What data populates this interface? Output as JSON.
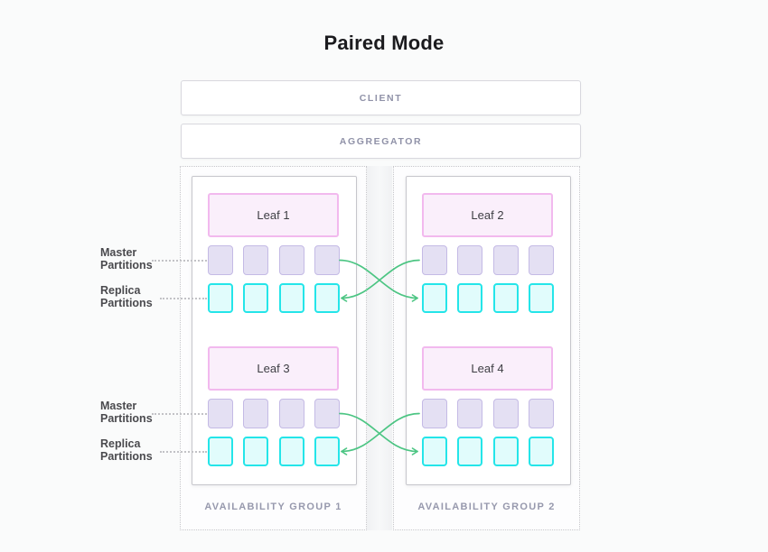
{
  "title": "Paired Mode",
  "tiers": {
    "client_label": "CLIENT",
    "aggregator_label": "AGGREGATOR"
  },
  "partition_labels": {
    "master": "Master Partitions",
    "replica": "Replica Partitions"
  },
  "partitions_per_row": 4,
  "groups": [
    {
      "label": "AVAILABILITY GROUP 1",
      "leaves": [
        {
          "label": "Leaf 1"
        },
        {
          "label": "Leaf 3"
        }
      ]
    },
    {
      "label": "AVAILABILITY GROUP 2",
      "leaves": [
        {
          "label": "Leaf 2"
        },
        {
          "label": "Leaf 4"
        }
      ]
    }
  ],
  "replication_arrows": [
    {
      "from": "Leaf 1 master partitions",
      "to": "Leaf 2 replica partitions"
    },
    {
      "from": "Leaf 2 master partitions",
      "to": "Leaf 1 replica partitions"
    },
    {
      "from": "Leaf 3 master partitions",
      "to": "Leaf 4 replica partitions"
    },
    {
      "from": "Leaf 4 master partitions",
      "to": "Leaf 3 replica partitions"
    }
  ],
  "colors": {
    "arrow_green": "#4cc583",
    "master_fill": "#e4e0f3",
    "master_border": "#c4bae5",
    "replica_fill": "#e1fcfc",
    "replica_border": "#24e5e9",
    "leaf_fill": "#faeffb",
    "leaf_border": "#f2b9ee",
    "muted_label": "#9092a8",
    "group_label": "#9799ad",
    "dark_label": "#4a4a4e",
    "page_bg": "#fafbfb"
  }
}
